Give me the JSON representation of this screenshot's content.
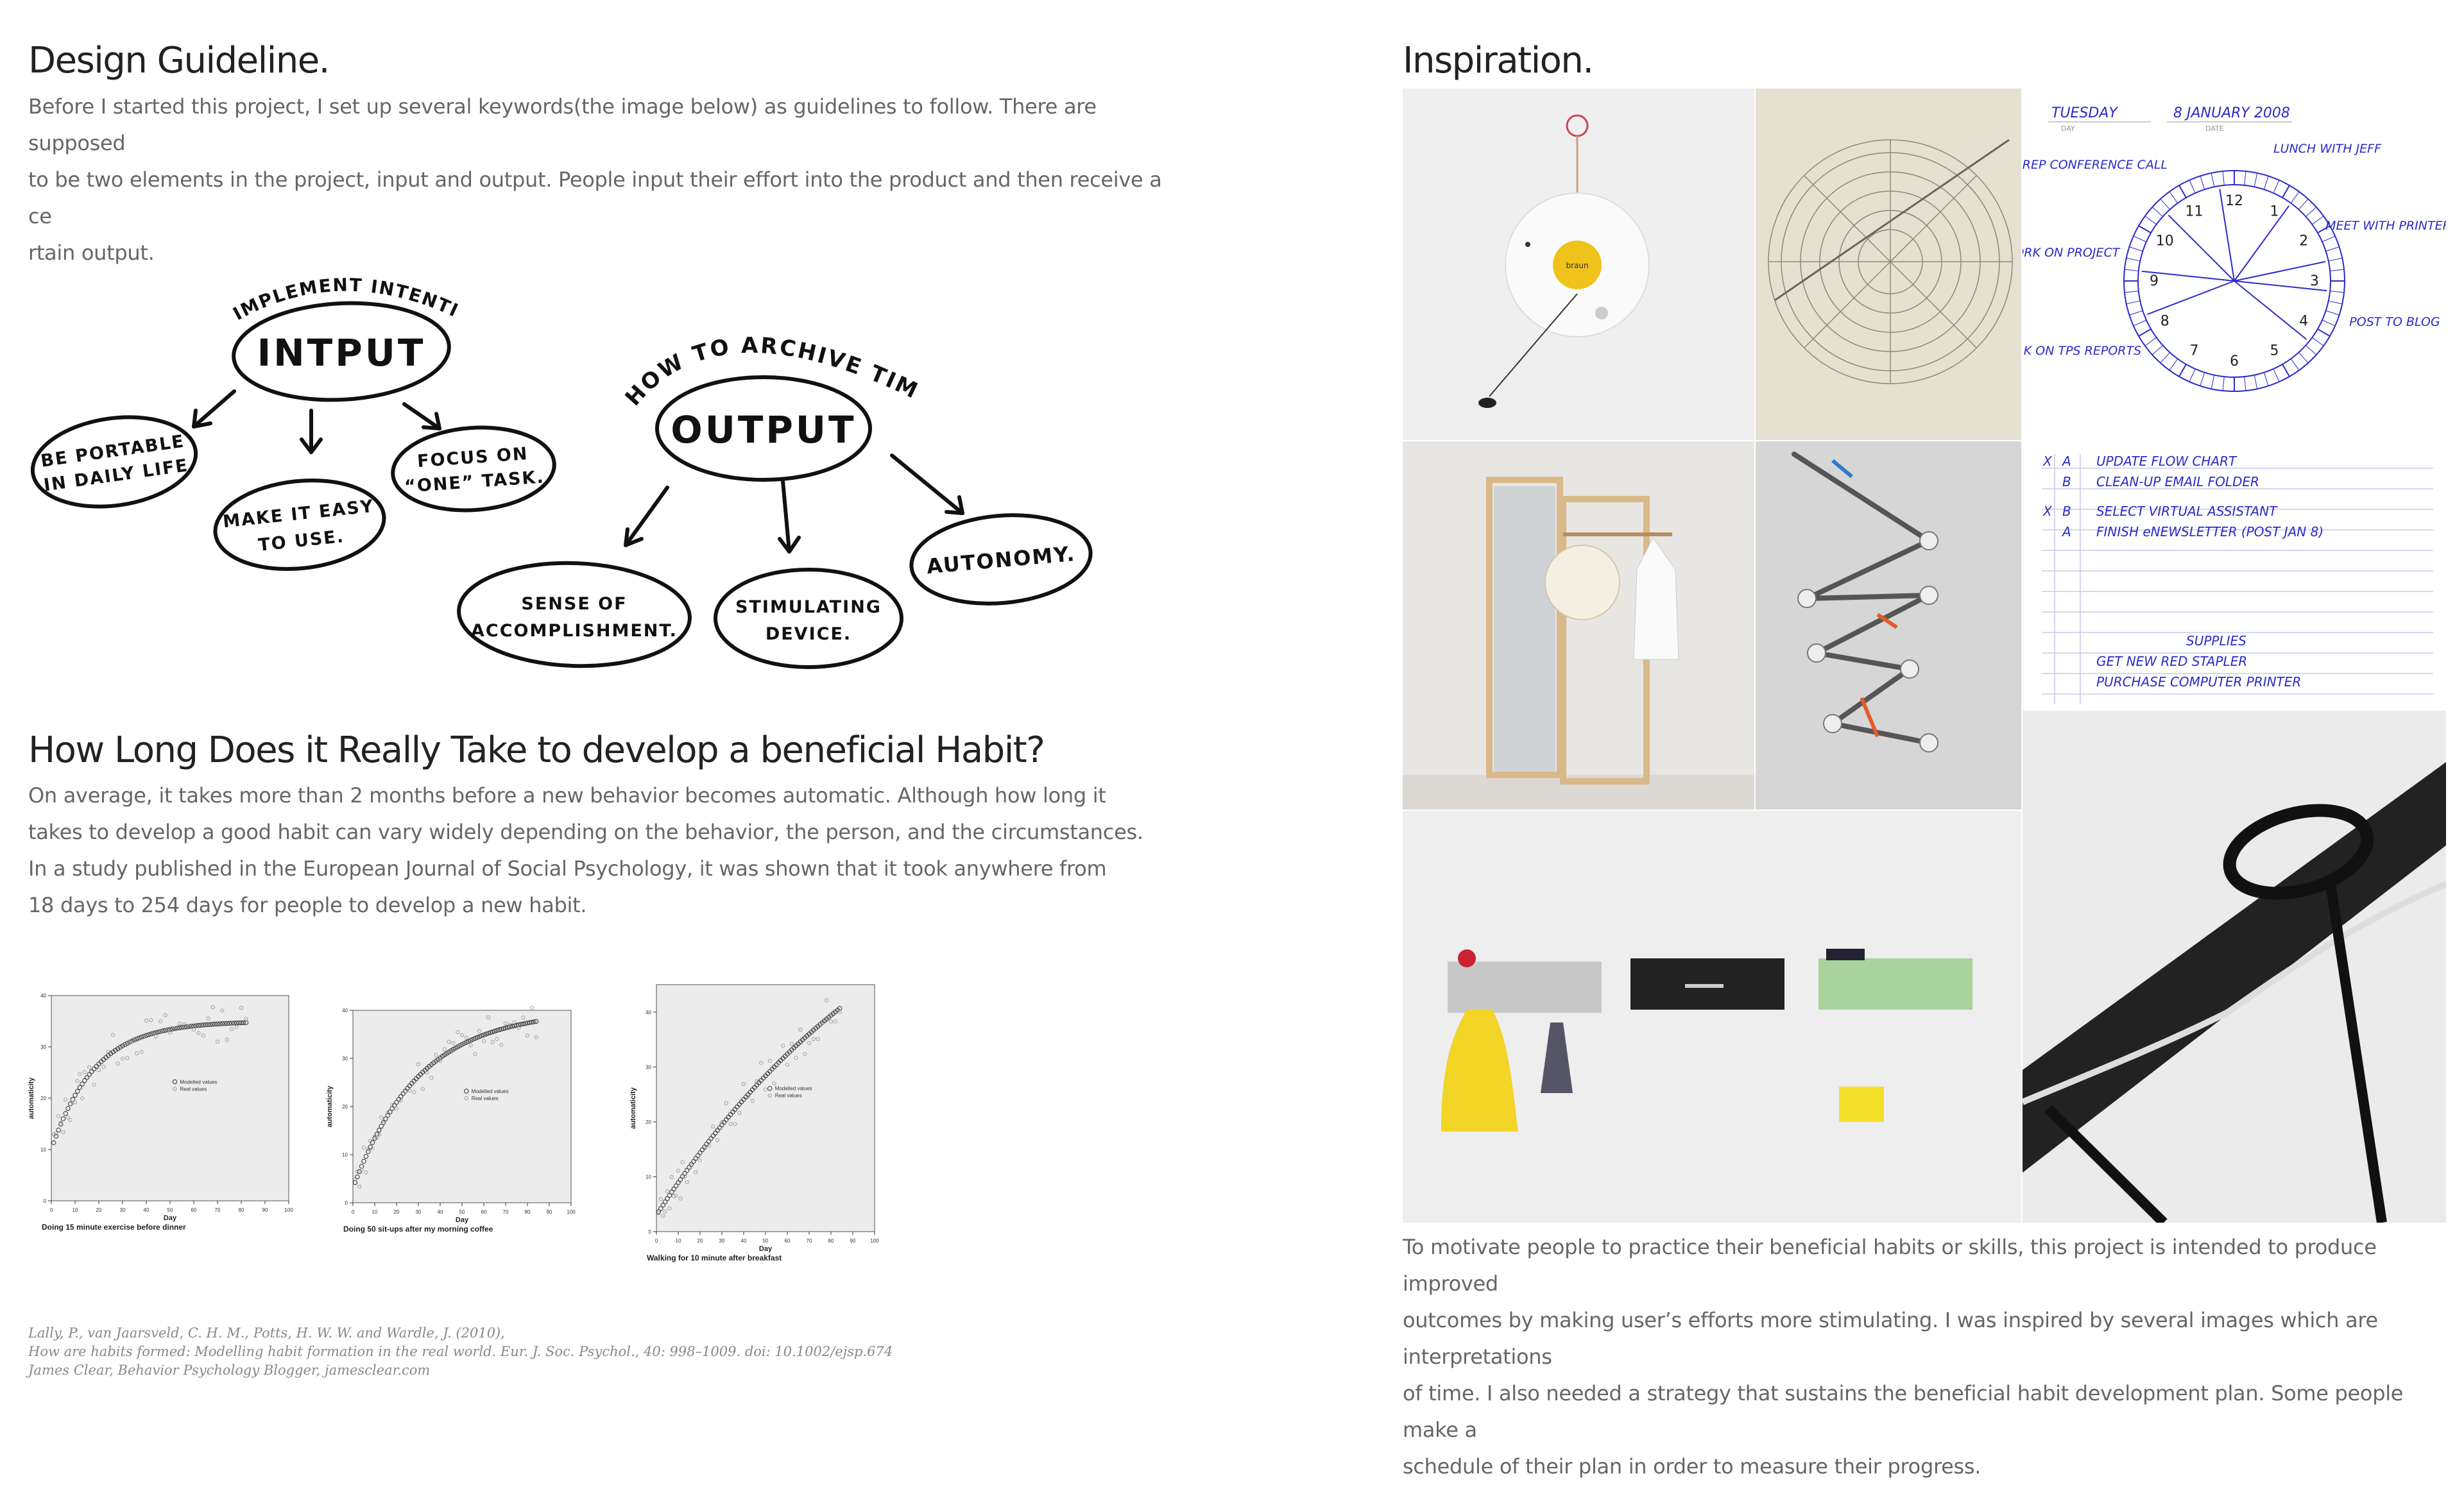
{
  "left": {
    "design_title": "Design Guideline.",
    "design_text": [
      "Before I started this project, I set up several keywords(the image below) as guidelines to follow. There are supposed",
      "to be two elements in the project, input and output. People input their effort into the product and then receive a ce",
      "rtain output."
    ],
    "mindmap": {
      "input_label": "INTPUT",
      "input_arc": "IMPLEMENT INTENTION",
      "input_children": [
        [
          "BE PORTABLE",
          "IN DAILY LIFE"
        ],
        [
          "MAKE IT EASY",
          "TO USE."
        ],
        [
          "FOCUS ON",
          "“ONE” TASK."
        ]
      ],
      "output_label": "OUTPUT",
      "output_arc": "HOW TO ARCHIVE TIME?",
      "output_children": [
        [
          "SENSE OF",
          "ACCOMPLISHMENT."
        ],
        [
          "STIMULATING",
          "DEVICE."
        ],
        [
          "AUTONOMY."
        ]
      ]
    },
    "habit_title": "How Long Does it Really Take to develop a beneficial Habit?",
    "habit_text": [
      "On average, it takes more than 2 months before a new behavior becomes automatic. Although how long it",
      "takes to develop a good habit can vary widely depending on the behavior, the person, and the circumstances.",
      "In a study published in the European Journal of Social Psychology, it was shown that it took anywhere from",
      "18 days to 254 days for people to develop a new habit."
    ],
    "references": [
      "Lally, P., van Jaarsveld, C. H. M., Potts, H. W. W. and Wardle, J. (2010),",
      "How are habits formed: Modelling habit formation in the real world. Eur. J. Soc. Psychol., 40: 998–1009. doi: 10.1002/ejsp.674",
      "James Clear, Behavior Psychology Blogger, jamesclear.com"
    ]
  },
  "right": {
    "inspiration_title": "Inspiration.",
    "inspiration_text": [
      "To motivate people to practice their beneficial habits or skills, this project is intended to produce improved",
      "outcomes by making user’s efforts more stimulating. I was inspired by several images which are interpretations",
      "of time. I also needed a strategy that sustains the beneficial habit development plan. Some people make a",
      "schedule of their plan in order to measure their progress."
    ],
    "planner": {
      "day": "TUESDAY",
      "date": "8 JANUARY 2008",
      "day_label": "DAY",
      "date_label": "DATE",
      "notes": [
        "LUNCH WITH JEFF",
        "SALES REP CONFERENCE CALL",
        "MEET WITH PRINTER",
        "WORK ON PROJECT",
        "POST TO BLOG",
        "WORK ON TPS REPORTS"
      ],
      "clock_numbers": [
        "12",
        "1",
        "2",
        "3",
        "4",
        "5",
        "6",
        "7",
        "8",
        "9",
        "10",
        "11"
      ],
      "tasks": [
        {
          "mark": "X",
          "pri": "A",
          "text": "UPDATE FLOW CHART"
        },
        {
          "mark": "",
          "pri": "B",
          "text": "CLEAN-UP EMAIL FOLDER"
        },
        {
          "mark": "X",
          "pri": "B",
          "text": "SELECT VIRTUAL ASSISTANT"
        },
        {
          "mark": "",
          "pri": "A",
          "text": "FINISH eNEWSLETTER (POST JAN 8)"
        }
      ],
      "supplies_label": "SUPPLIES",
      "supplies": [
        "GET NEW RED STAPLER",
        "PURCHASE COMPUTER PRINTER"
      ]
    },
    "braun_label": "braun"
  },
  "chart_data": [
    {
      "type": "scatter",
      "xlabel": "Day",
      "ylabel": "automaticity",
      "caption": "Doing 15 minute exercise before dinner",
      "xticks": [
        "0",
        "10",
        "20",
        "30",
        "40",
        "50",
        "60",
        "70",
        "80",
        "90",
        "100"
      ],
      "yticks": [
        "0",
        "10",
        "20",
        "30",
        "40"
      ],
      "xlim": [
        0,
        100
      ],
      "ylim": [
        0,
        40
      ],
      "legend": [
        "Modelled values",
        "Real values"
      ],
      "model": {
        "asymptote": 35,
        "rate": 0.055,
        "start": 10
      },
      "days": 82
    },
    {
      "type": "scatter",
      "xlabel": "Day",
      "ylabel": "automaticity",
      "caption": "Doing 50 sit-ups after my morning coffee",
      "xticks": [
        "0",
        "10",
        "20",
        "30",
        "40",
        "50",
        "60",
        "70",
        "80",
        "90",
        "100"
      ],
      "yticks": [
        "0",
        "10",
        "20",
        "30",
        "40"
      ],
      "xlim": [
        0,
        100
      ],
      "ylim": [
        0,
        40
      ],
      "legend": [
        "Modelled values",
        "Real values"
      ],
      "model": {
        "asymptote": 40,
        "rate": 0.033,
        "start": 3
      },
      "days": 84
    },
    {
      "type": "scatter",
      "xlabel": "Day",
      "ylabel": "automaticity",
      "caption": "Walking for 10 minute after breakfast",
      "xticks": [
        "0",
        "10",
        "20",
        "30",
        "40",
        "50",
        "60",
        "70",
        "80",
        "90",
        "100"
      ],
      "yticks": [
        "0",
        "10",
        "20",
        "30",
        "40"
      ],
      "xlim": [
        0,
        100
      ],
      "ylim": [
        0,
        45
      ],
      "legend": [
        "Modelled values",
        "Real values"
      ],
      "model": {
        "asymptote": 80,
        "rate": 0.008,
        "start": 3
      },
      "days": 84
    }
  ]
}
